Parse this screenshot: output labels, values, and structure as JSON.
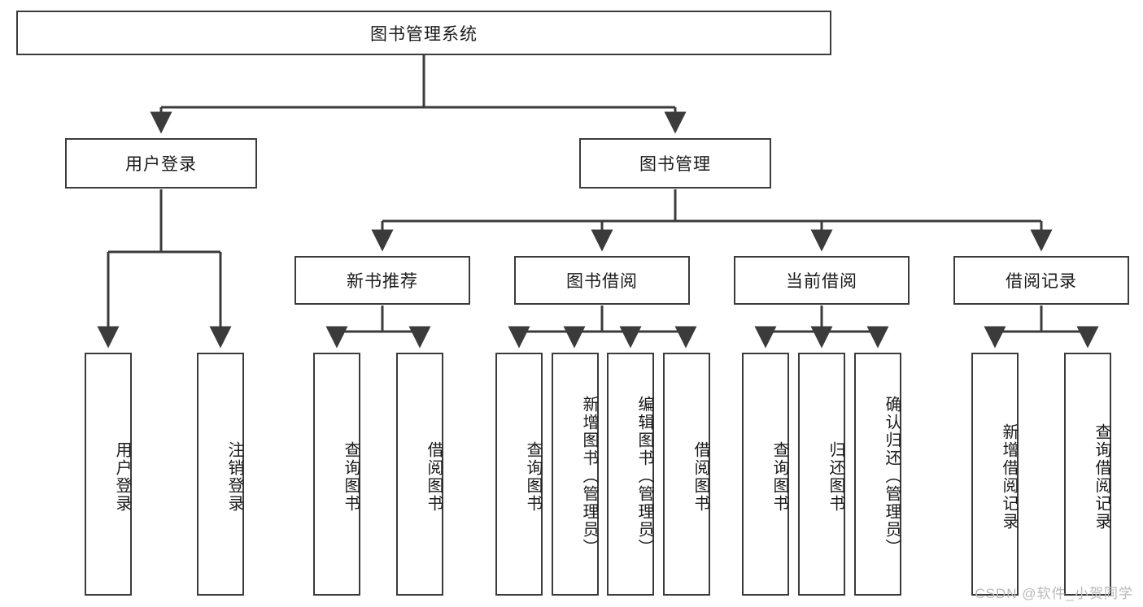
{
  "diagram": {
    "type": "tree-hierarchy",
    "title": "图书管理系统",
    "watermark": "CSDN @软件_小贺同学",
    "colors": {
      "box_border": "#3b3b3b",
      "box_fill": "#ffffff",
      "connector": "#3b3b3b",
      "text": "#1a1a1a",
      "watermark": "#b9b9b9",
      "background": "#ffffff"
    },
    "root": {
      "id": "root",
      "label": "图书管理系统",
      "orientation": "horizontal"
    },
    "level2": [
      {
        "id": "user-login",
        "label": "用户登录",
        "orientation": "horizontal",
        "children": [
          {
            "id": "user-login-do",
            "label": "用户登录",
            "orientation": "vertical"
          },
          {
            "id": "user-logout",
            "label": "注销登录",
            "orientation": "vertical"
          }
        ]
      },
      {
        "id": "book-management",
        "label": "图书管理",
        "orientation": "horizontal",
        "children": [
          {
            "id": "new-book-recommend",
            "label": "新书推荐",
            "orientation": "horizontal",
            "children": [
              {
                "id": "recommend-query-book",
                "label": "查询图书",
                "orientation": "vertical"
              },
              {
                "id": "recommend-borrow-book",
                "label": "借阅图书",
                "orientation": "vertical"
              }
            ]
          },
          {
            "id": "book-borrow",
            "label": "图书借阅",
            "orientation": "horizontal",
            "children": [
              {
                "id": "borrow-query-book",
                "label": "查询图书",
                "orientation": "vertical"
              },
              {
                "id": "borrow-add-book",
                "label": "新增图书（管理员）",
                "orientation": "vertical"
              },
              {
                "id": "borrow-edit-book",
                "label": "编辑图书（管理员）",
                "orientation": "vertical"
              },
              {
                "id": "borrow-borrow-book",
                "label": "借阅图书",
                "orientation": "vertical"
              }
            ]
          },
          {
            "id": "current-borrow",
            "label": "当前借阅",
            "orientation": "horizontal",
            "children": [
              {
                "id": "current-query-book",
                "label": "查询图书",
                "orientation": "vertical"
              },
              {
                "id": "current-return-book",
                "label": "归还图书",
                "orientation": "vertical"
              },
              {
                "id": "current-confirm-return",
                "label": "确认归还（管理员）",
                "orientation": "vertical"
              }
            ]
          },
          {
            "id": "borrow-record",
            "label": "借阅记录",
            "orientation": "horizontal",
            "children": [
              {
                "id": "record-add",
                "label": "新增借阅记录",
                "orientation": "vertical"
              },
              {
                "id": "record-query",
                "label": "查询借阅记录",
                "orientation": "vertical"
              }
            ]
          }
        ]
      }
    ]
  }
}
